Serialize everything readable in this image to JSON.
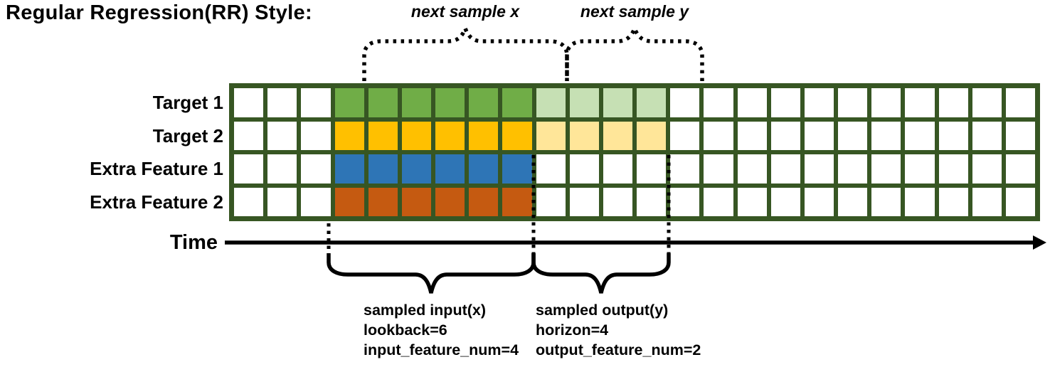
{
  "title": "Regular Regression(RR) Style:",
  "annotations": {
    "next_sample_x": "next sample x",
    "next_sample_y": "next sample y",
    "time_label": "Time",
    "sampled_input": {
      "line1": "sampled input(x)",
      "line2": "lookback=6",
      "line3": "input_feature_num=4"
    },
    "sampled_output": {
      "line1": "sampled output(y)",
      "line2": "horizon=4",
      "line3": "output_feature_num=2"
    }
  },
  "parameters": {
    "lookback": 6,
    "horizon": 4,
    "input_feature_num": 4,
    "output_feature_num": 2
  },
  "colors": {
    "grid_border": "#375623",
    "empty_cell": "#FFFFFF",
    "input_target1": "#70AD47",
    "input_target2": "#FFC000",
    "input_extra1": "#2E75B6",
    "input_extra2": "#C55A11",
    "output_target1": "#C6E0B4",
    "output_target2": "#FFE699",
    "annotation_ink": "#000000"
  },
  "grid": {
    "columns": 24,
    "rows": [
      {
        "label": "Target 1",
        "input_range": [
          4,
          9
        ],
        "input_color": "#70AD47",
        "output_range": [
          10,
          13
        ],
        "output_color": "#C6E0B4"
      },
      {
        "label": "Target 2",
        "input_range": [
          4,
          9
        ],
        "input_color": "#FFC000",
        "output_range": [
          10,
          13
        ],
        "output_color": "#FFE699"
      },
      {
        "label": "Extra Feature 1",
        "input_range": [
          4,
          9
        ],
        "input_color": "#2E75B6",
        "output_range": null,
        "output_color": null
      },
      {
        "label": "Extra Feature 2",
        "input_range": [
          4,
          9
        ],
        "input_color": "#C55A11",
        "output_range": null,
        "output_color": null
      }
    ]
  }
}
